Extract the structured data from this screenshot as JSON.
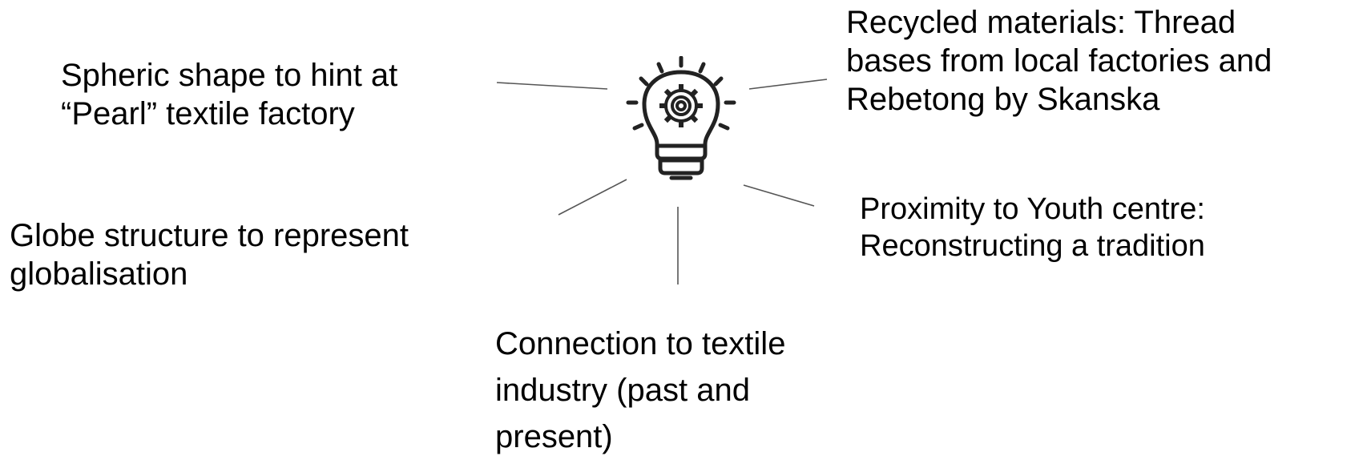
{
  "diagram": {
    "center_icon": "lightbulb-gear-icon",
    "ideas": [
      {
        "lines": [
          "Spheric shape to hint at",
          "“Pearl” textile factory"
        ]
      },
      {
        "lines": [
          "Recycled materials: Thread",
          "bases from local factories and",
          "Rebetong by Skanska"
        ]
      },
      {
        "lines": [
          "Globe structure to represent",
          "globalisation"
        ]
      },
      {
        "lines": [
          "Proximity to Youth centre:",
          "Reconstructing a tradition"
        ]
      },
      {
        "lines": [
          "Connection to textile",
          "industry (past and",
          "present)"
        ]
      }
    ],
    "colors": {
      "text": "#000000",
      "connector": "#555555",
      "icon": "#222222"
    }
  }
}
